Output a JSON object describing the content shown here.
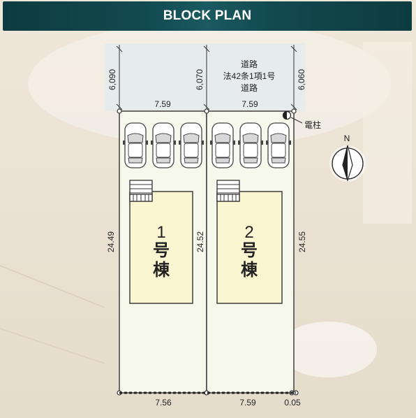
{
  "header": {
    "title": "BLOCK PLAN"
  },
  "road": {
    "line1": "道路",
    "line2": "法42条1項1号",
    "line3": "道路"
  },
  "road_widths": {
    "left": "6,090",
    "middle": "6,070",
    "right": "6,060"
  },
  "frontages": {
    "lot1": "7.59",
    "lot2": "7.59"
  },
  "rear_widths": {
    "lot1": "7.56",
    "lot2": "7.59",
    "gap": "0.05"
  },
  "depths": {
    "left": "24.49",
    "middle": "24.52",
    "right": "24.55"
  },
  "utility_pole": {
    "label": "電柱"
  },
  "compass": {
    "label": "N"
  },
  "lots": [
    {
      "number": "1",
      "line2": "号",
      "line3": "棟"
    },
    {
      "number": "2",
      "line2": "号",
      "line3": "棟"
    }
  ],
  "colors": {
    "banner": "#124a50",
    "lot_fill": "#f6f8ec",
    "house_fill": "#fbf6d4",
    "road_fill": "#e6ecee"
  }
}
